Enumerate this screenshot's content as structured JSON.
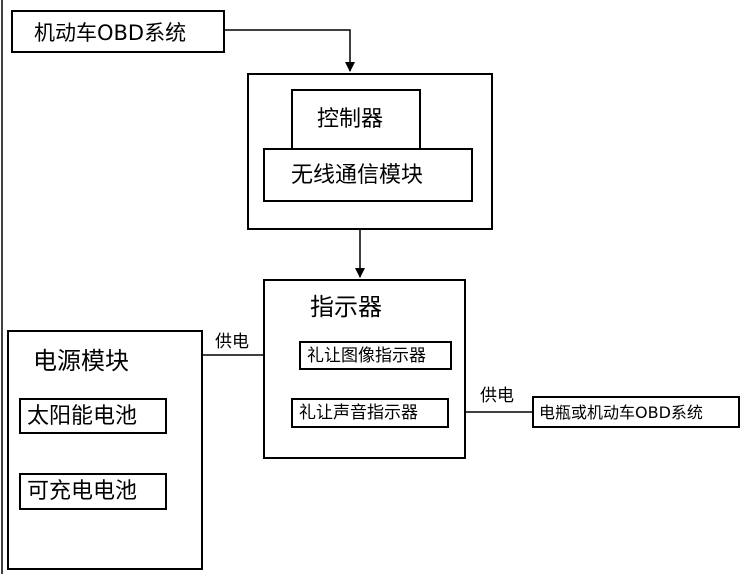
{
  "diagram": {
    "obd_system": "机动车OBD系统",
    "controller_group": {
      "controller": "控制器",
      "wireless_module": "无线通信模块"
    },
    "indicator_group": {
      "title": "指示器",
      "image_indicator": "礼让图像指示器",
      "sound_indicator": "礼让声音指示器"
    },
    "power_module": {
      "title": "电源模块",
      "solar_battery": "太阳能电池",
      "rechargeable_battery": "可充电电池"
    },
    "external_power": "电瓶或机动车OBD系统",
    "supply_label_left": "供电",
    "supply_label_right": "供电"
  }
}
